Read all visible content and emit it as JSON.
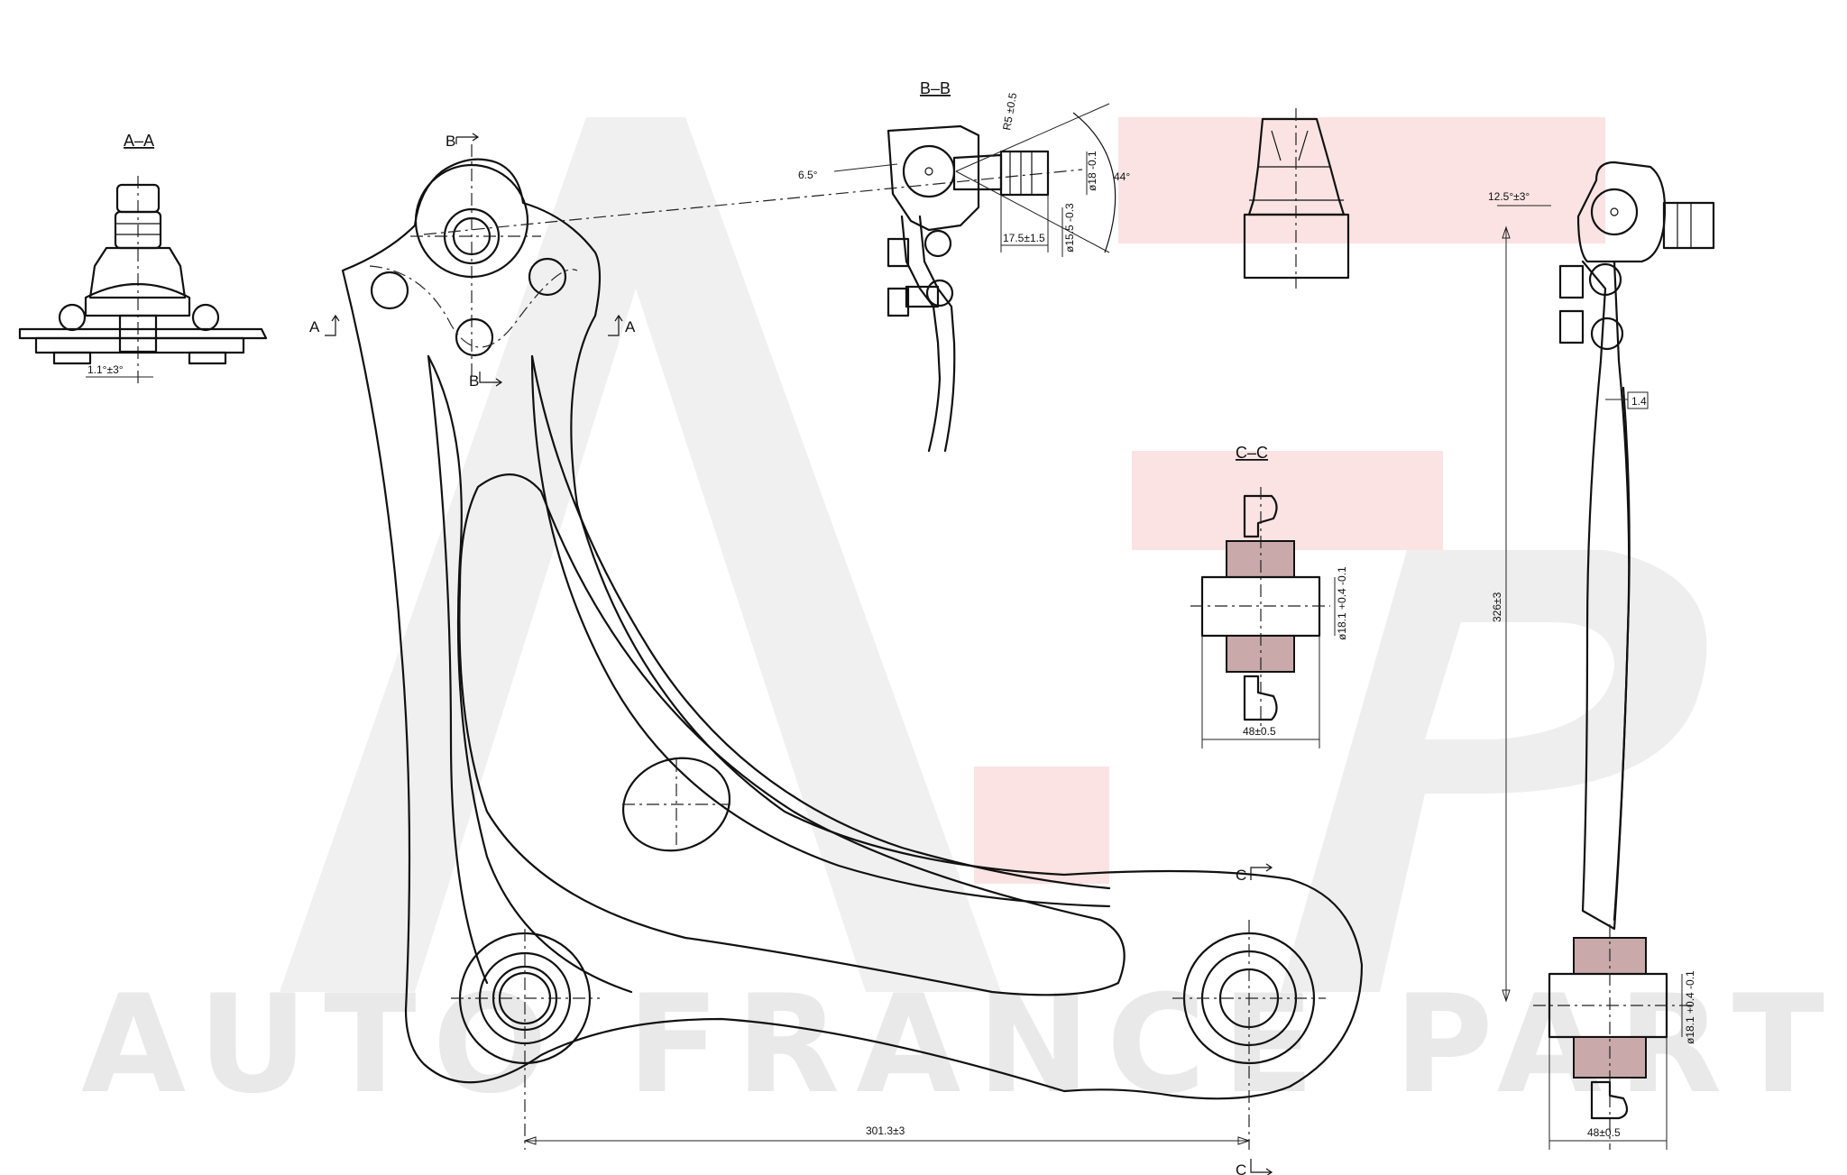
{
  "watermark": {
    "text": "AUTO FRANCE PARTS",
    "colors": {
      "gray": "#e6e6e6",
      "pink": "#fbe3e3",
      "red": "#f3c9c9"
    }
  },
  "views": {
    "aa": {
      "title": "A–A",
      "angle": "1.1°±3°"
    },
    "bb": {
      "title": "B–B",
      "angle_tilt": "6.5°",
      "cone_angle": "44°",
      "thread": "R5 ±0.5",
      "dia_shank": "ø18 -0.1",
      "dia_taper": "ø15.5 -0.3",
      "length": "17.5±1.5"
    },
    "cc": {
      "title": "C–C",
      "dia": "ø18.1 +0.4 -0.1",
      "width": "48±0.5"
    }
  },
  "plan": {
    "section_marks": {
      "a": "A",
      "b": "B",
      "c": "C"
    },
    "center_distance": "301.3±3"
  },
  "side": {
    "angle": "12.5°±3°",
    "length": "326±3",
    "offset": "1.4",
    "dia": "ø18.1 +0.4 -0.1",
    "width": "48±0.5"
  }
}
